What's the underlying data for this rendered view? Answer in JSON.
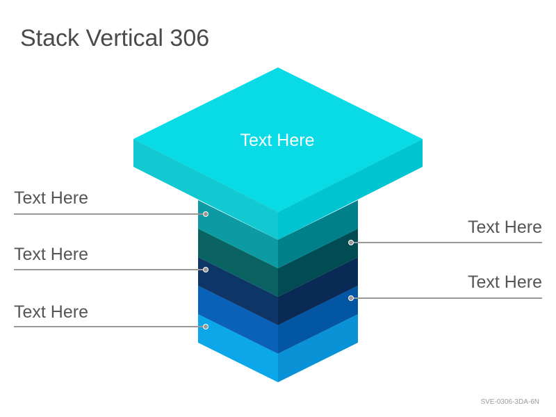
{
  "title": "Stack Vertical 306",
  "footer_code": "SVE-0306-3DA-6N",
  "cap": {
    "label": "Text Here",
    "colors": {
      "top": "#08dbe6",
      "left": "#12c9d2",
      "right": "#00c4d1"
    }
  },
  "layers": [
    {
      "left": "#0c9ba3",
      "right": "#00808a"
    },
    {
      "left": "#0a6263",
      "right": "#014b52"
    },
    {
      "left": "#0e3567",
      "right": "#082a55"
    },
    {
      "left": "#0a62b8",
      "right": "#0356a3"
    },
    {
      "left": "#0ba7e8",
      "right": "#0a92d6"
    }
  ],
  "callouts": [
    {
      "side": "left",
      "text": "Text Here"
    },
    {
      "side": "left",
      "text": "Text Here"
    },
    {
      "side": "left",
      "text": "Text Here"
    },
    {
      "side": "right",
      "text": "Text Here"
    },
    {
      "side": "right",
      "text": "Text Here"
    }
  ],
  "line_color": "#999999"
}
